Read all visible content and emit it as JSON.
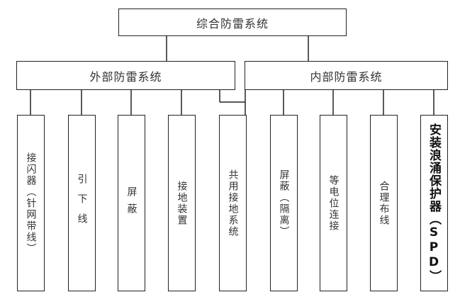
{
  "root": {
    "label": "综合防雷系统"
  },
  "external": {
    "label": "外部防雷系统"
  },
  "internal": {
    "label": "内部防雷系统"
  },
  "leaves": [
    {
      "label": "接闪器（针网带线）"
    },
    {
      "label": "引下线"
    },
    {
      "label": "屏蔽"
    },
    {
      "label": "接地装置"
    },
    {
      "label": "共用接地系统"
    },
    {
      "label": "屏蔽（隔离）"
    },
    {
      "label": "等电位连接"
    },
    {
      "label": "合理布线"
    },
    {
      "label": "安装浪涌保护器（SPD）"
    }
  ]
}
